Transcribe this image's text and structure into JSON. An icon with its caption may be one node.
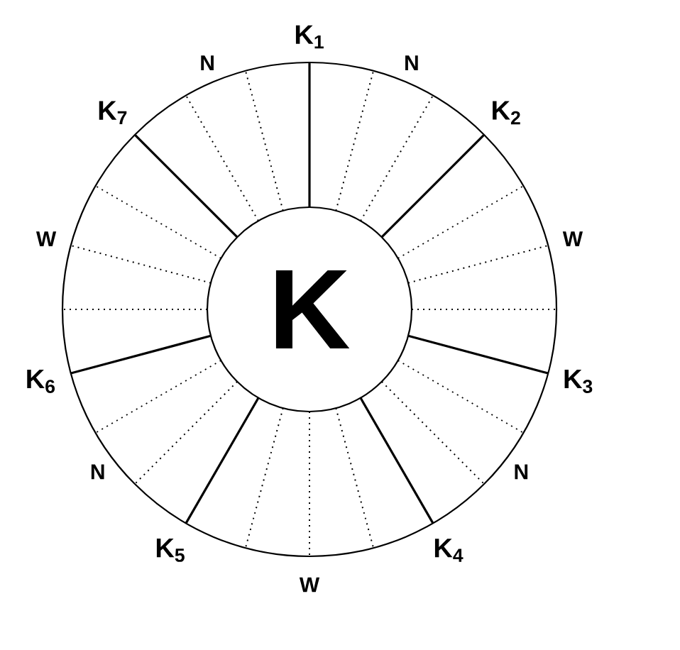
{
  "diagram": {
    "nodes": [
      {
        "text": [],
        "shape": "circle"
      },
      {
        "text": [
          "K"
        ],
        "in": 0
      }
    ],
    "labels": [
      "K$_{1}$",
      "N",
      "N",
      "K$_{7}$",
      "K$_{2}$",
      "W",
      "W",
      "K$_{6}$",
      "K$_{3}$",
      "N",
      "N",
      "K$_{5}$",
      "K$_{4}$",
      "W"
    ]
  }
}
